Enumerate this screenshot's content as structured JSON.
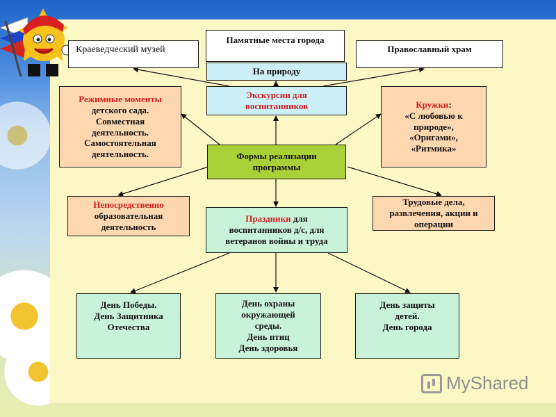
{
  "diagram": {
    "top": "Памятные места города",
    "museum": "Краеведческий музей",
    "church": "Православный храм",
    "nature": "На природу",
    "excursions": [
      "Экскурсии для",
      "воспитанников"
    ],
    "center": [
      "Формы реализации",
      "программы"
    ],
    "routine": {
      "heading": "Режимные моменты",
      "lines": [
        "детского сада.",
        "Совместная",
        "деятельность.",
        "Самостоятельная",
        "деятельность."
      ]
    },
    "clubs": {
      "heading": "Кружки",
      "heading_suffix": ":",
      "lines": [
        "«С любовью к",
        "природе»,",
        "«Оригами»,",
        "«Ритмика»"
      ]
    },
    "direct": {
      "heading": "Непосредственно",
      "lines": [
        "образовательная",
        "деятельность"
      ]
    },
    "holidays": {
      "heading": "Праздники",
      "rest": " для",
      "lines": [
        "воспитанников д/с, для",
        "ветеранов войны и труда"
      ]
    },
    "labor": [
      "Трудовые дела,",
      "развлечения, акции и",
      "операции"
    ],
    "victory": [
      "День Победы.",
      "День Защитника",
      "Отечества"
    ],
    "environment": [
      "День охраны",
      "окружающей",
      "среды.",
      "День птиц",
      "День здоровья"
    ],
    "children": [
      "День защиты",
      "детей.",
      "День города"
    ]
  },
  "watermark": "MyShared",
  "colors": {
    "white_box": "#ffffff",
    "cyan_box": "#cdeff8",
    "orange_box": "#fcd7b0",
    "green_box": "#a8d237",
    "mint_box": "#c9f3d8",
    "red_text": "#d02020",
    "slide_bg": "#fbf8c6"
  },
  "icons": [
    "sun-mascot-icon",
    "myshared-logo-icon"
  ]
}
